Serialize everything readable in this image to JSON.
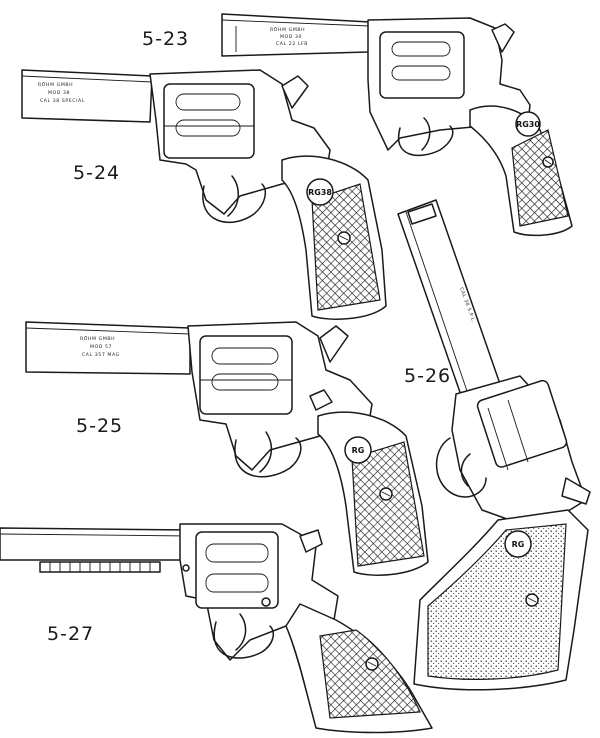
{
  "figures": [
    {
      "id": "5-23",
      "label": "5-23",
      "engraving": [
        "RÖHM GMBH",
        "MOD 30",
        "CAL 22 LFB"
      ],
      "badge": "RG30",
      "grip": "checkered"
    },
    {
      "id": "5-24",
      "label": "5-24",
      "engraving": [
        "RÖHM GMBH",
        "MOD 38",
        "CAL 38 SPECIAL"
      ],
      "badge": "RG38",
      "grip": "checkered"
    },
    {
      "id": "5-25",
      "label": "5-25",
      "engraving": [
        "RÖHM GMBH",
        "MOD 57",
        "CAL 357 MAG"
      ],
      "badge": "RG",
      "grip": "checkered"
    },
    {
      "id": "5-26",
      "label": "5-26",
      "engraving": [
        "CAL 38 S.P.L."
      ],
      "badge": "RG",
      "grip": "stippled"
    },
    {
      "id": "5-27",
      "label": "5-27",
      "engraving": [],
      "badge": "",
      "grip": "checkered"
    }
  ],
  "colors": {
    "ink": "#1a1a1a",
    "paper": "#ffffff"
  }
}
